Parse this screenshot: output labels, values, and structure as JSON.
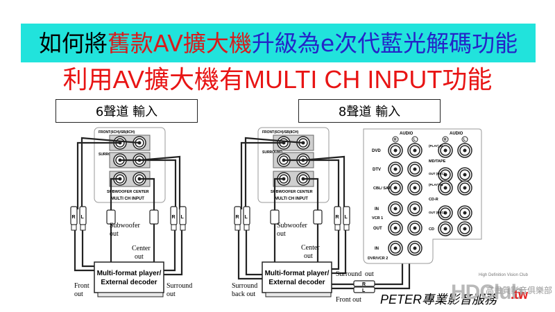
{
  "title": {
    "part1": "如何將",
    "part2": "舊款AV擴大機",
    "part3": "升級為e次代藍光解碼功能",
    "colors": {
      "part1": "#000000",
      "part2": "#d81c1c",
      "part3": "#2424c8",
      "background": "#21e3dc"
    }
  },
  "subtitle": {
    "text": "利用AV擴大機有MULTI CH INPUT功能",
    "color": "#e81414"
  },
  "sections": [
    {
      "label": "6聲道 輸入"
    },
    {
      "label": "8聲道 輸入"
    }
  ],
  "panel6": {
    "row1": "FRONT(6CH)/SB(8CH)",
    "row2": "SURROUND",
    "row3a": "SUBWOOFER",
    "row3b": "CENTER",
    "panel_label": "MULTI CH INPUT",
    "plug_r": "R",
    "plug_l": "L",
    "subwoofer_out": [
      "Subwoofer",
      "out"
    ],
    "center_out": [
      "Center",
      "out"
    ],
    "front_out": [
      "Front",
      "out"
    ],
    "surround_out": [
      "Surround",
      "out"
    ],
    "player": [
      "Multi-format player/",
      "External decoder"
    ]
  },
  "panel8": {
    "row1": "FRONT(6CH)/SB(8CH)",
    "row2": "SURROUND",
    "row3a": "SUBWOOFER",
    "row3b": "CENTER",
    "panel_label": "MULTI CH INPUT",
    "subwoofer_out": [
      "Subwoofer",
      "out"
    ],
    "center_out": [
      "Center",
      "out"
    ],
    "surround_out_right": [
      "Surround",
      "out"
    ],
    "surround_back_out": [
      "Surround",
      "back out"
    ],
    "front_out": "Front out",
    "player": [
      "Multi-format player/",
      "External decoder"
    ]
  },
  "audio_panel": {
    "header_left": "AUDIO",
    "header_right": "AUDIO",
    "r": "R",
    "l": "L",
    "left_rows": [
      "DVD",
      "DTV",
      "CBL/ SAT",
      "IN",
      "VCR 1",
      "OUT",
      "IN",
      "DVR/VCR 2"
    ],
    "right_labels": {
      "play_in": "(PLAY) IN",
      "md_tape": "MD/TAPE",
      "out_rec": "OUT (REC)",
      "play_in2": "(PLAY) IN",
      "cd_r": "CD-R",
      "out_rec2": "OUT (REC)",
      "cd": "CD"
    }
  },
  "watermark": {
    "credit": "PETER專業影音服務",
    "logo_main": "HDClub",
    "logo_tw": ".tw",
    "logo_tagline": "High Definition Vision Club",
    "logo_cn": "高畫質影音俱樂部"
  }
}
